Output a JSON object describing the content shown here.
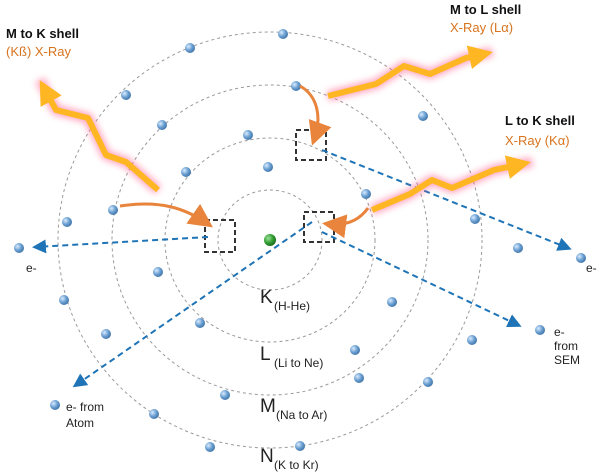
{
  "colors": {
    "electron": "#6b9fd1",
    "electron_stroke": "#3f74a8",
    "nucleus": "#2e9a2e",
    "xray_ray": "#ffb623",
    "xray_glow": "#ff5a8a",
    "transition_arrow": "#e8843b",
    "electron_path": "#1e74b6",
    "orbit": "#9a9a9a",
    "xray_text": "#d8741e",
    "vacancy_box": "#333333"
  },
  "transitions": [
    {
      "title": "M to K shell",
      "xray": "(Kß) X-Ray"
    },
    {
      "title": "M to L shell",
      "xray": "X-Ray (Lα)"
    },
    {
      "title": "L to K shell",
      "xray": "X-Ray (Kα)"
    }
  ],
  "shells": [
    {
      "letter": "K",
      "range": "(H-He)"
    },
    {
      "letter": "L",
      "range": "(Li to Ne)"
    },
    {
      "letter": "M",
      "range": "(Na to Ar)"
    },
    {
      "letter": "N",
      "range": "(K to Kr)"
    }
  ],
  "electron_labels": {
    "left": "e-",
    "right": "e-",
    "from_sem": [
      "e-",
      "from",
      "SEM"
    ],
    "from_atom": [
      "e- from",
      "Atom"
    ]
  }
}
